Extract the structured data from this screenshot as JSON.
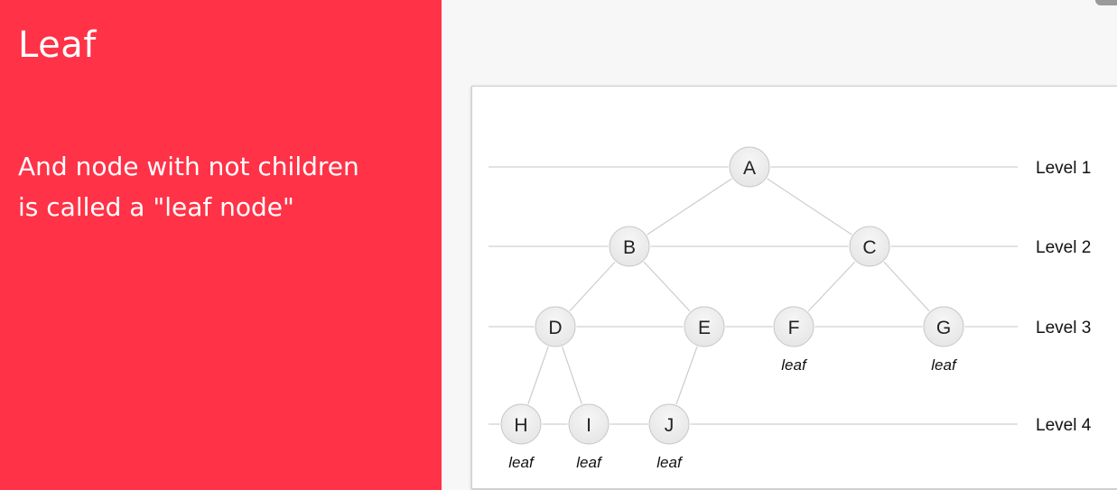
{
  "slide": {
    "title": "Leaf",
    "body": "And node with not children is called a \"leaf node\""
  },
  "colors": {
    "accent_panel": "#ff3247",
    "node_fill": "#e6e6e6",
    "edge": "#cccccc"
  },
  "diagram": {
    "levels": [
      "Level 1",
      "Level 2",
      "Level 3",
      "Level 4"
    ],
    "nodes": [
      {
        "id": "A",
        "label": "A",
        "level": 1,
        "leaf": false
      },
      {
        "id": "B",
        "label": "B",
        "level": 2,
        "leaf": false
      },
      {
        "id": "C",
        "label": "C",
        "level": 2,
        "leaf": false
      },
      {
        "id": "D",
        "label": "D",
        "level": 3,
        "leaf": false
      },
      {
        "id": "E",
        "label": "E",
        "level": 3,
        "leaf": false
      },
      {
        "id": "F",
        "label": "F",
        "level": 3,
        "leaf": true
      },
      {
        "id": "G",
        "label": "G",
        "level": 3,
        "leaf": true
      },
      {
        "id": "H",
        "label": "H",
        "level": 4,
        "leaf": true
      },
      {
        "id": "I",
        "label": "I",
        "level": 4,
        "leaf": true
      },
      {
        "id": "J",
        "label": "J",
        "level": 4,
        "leaf": true
      }
    ],
    "edges": [
      [
        "A",
        "B"
      ],
      [
        "A",
        "C"
      ],
      [
        "B",
        "D"
      ],
      [
        "B",
        "E"
      ],
      [
        "C",
        "F"
      ],
      [
        "C",
        "G"
      ],
      [
        "D",
        "H"
      ],
      [
        "D",
        "I"
      ],
      [
        "E",
        "J"
      ]
    ],
    "leaf_label": "leaf"
  }
}
